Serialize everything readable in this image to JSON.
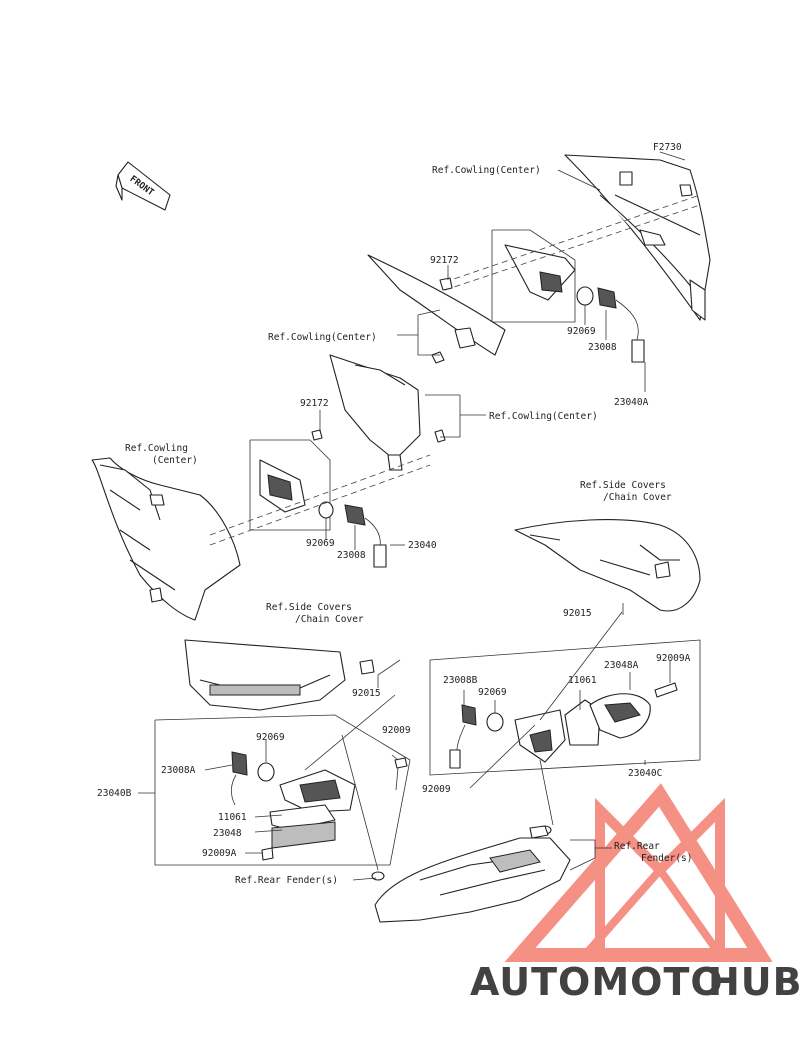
{
  "diagram_code": "F2730",
  "front_label": "FRONT",
  "callouts": {
    "ref_cowling_center_1": "Ref.Cowling(Center)",
    "ref_cowling_center_2": "Ref.Cowling(Center)",
    "ref_cowling_center_3": "Ref.Cowling(Center)",
    "ref_cowling_line1": "Ref.Cowling",
    "ref_cowling_line2": "(Center)",
    "ref_side_covers_1_line1": "Ref.Side Covers",
    "ref_side_covers_1_line2": "/Chain Cover",
    "ref_side_covers_2_line1": "Ref.Side Covers",
    "ref_side_covers_2_line2": "/Chain Cover",
    "ref_rear_fender_1": "Ref.Rear Fender(s)",
    "ref_rear_line1": "Ref.Rear",
    "ref_rear_line2": "Fender(s)"
  },
  "parts": {
    "p92172_a": "92172",
    "p92069_a": "92069",
    "p23008_a": "23008",
    "p23040A": "23040A",
    "p92172_b": "92172",
    "p92069_b": "92069",
    "p23008_b": "23008",
    "p23040": "23040",
    "p92015_a": "92015",
    "p92015_b": "92015",
    "p23008B": "23008B",
    "p92069_c": "92069",
    "p11061_a": "11061",
    "p23048A": "23048A",
    "p92009A_a": "92009A",
    "p92009_a": "92009",
    "p23040C": "23040C",
    "p92009_b": "92009",
    "p92069_d": "92069",
    "p23008A": "23008A",
    "p23040B": "23040B",
    "p11061_b": "11061",
    "p23048": "23048",
    "p92009A_b": "92009A"
  },
  "watermark": {
    "part1": "AUTOMOTO",
    "part2": "HUB",
    "color_primary": "#f26b5b",
    "color_secondary": "#f5b042",
    "color_dark": "#444444"
  }
}
